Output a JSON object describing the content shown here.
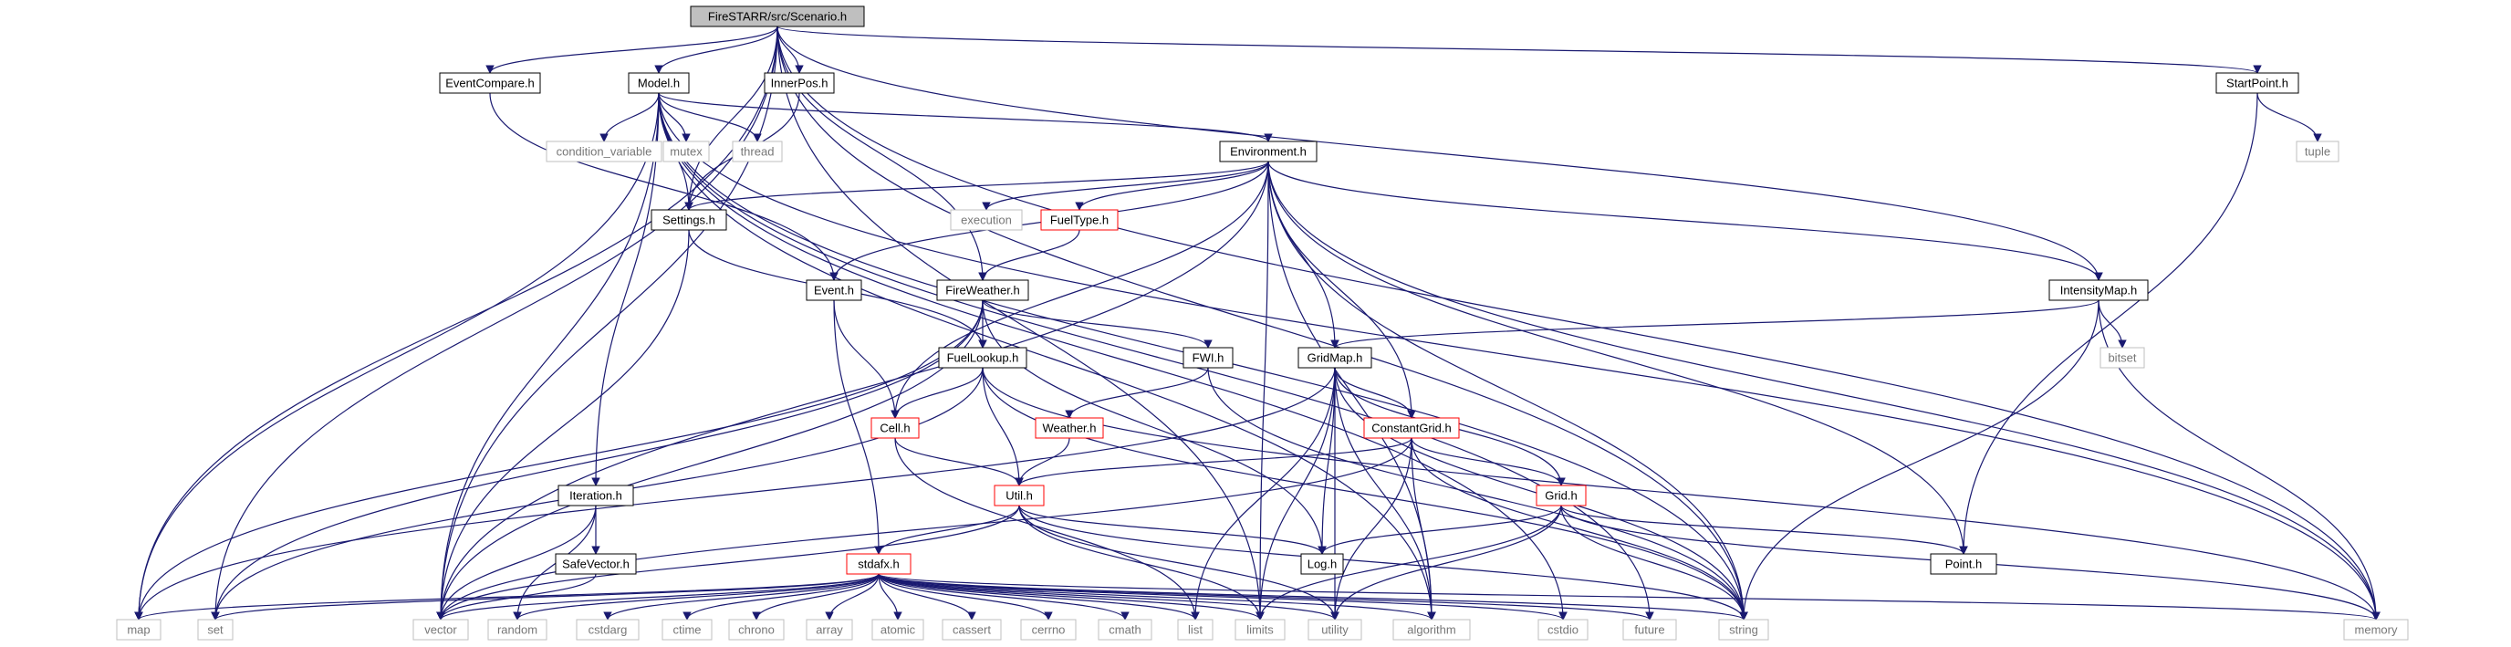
{
  "colors": {
    "edge": "#191970",
    "root_fill": "#bfbfbf",
    "local_border": "#000000",
    "red_border": "#ff0000",
    "system_border": "#bfbfbf",
    "system_text": "#777777"
  },
  "nodes": [
    {
      "id": "root",
      "label": "FireSTARR/src/Scenario.h",
      "kind": "root"
    },
    {
      "id": "eventcompare",
      "label": "EventCompare.h",
      "kind": "local"
    },
    {
      "id": "model",
      "label": "Model.h",
      "kind": "local"
    },
    {
      "id": "innerpos",
      "label": "InnerPos.h",
      "kind": "local"
    },
    {
      "id": "startpoint",
      "label": "StartPoint.h",
      "kind": "local"
    },
    {
      "id": "environment",
      "label": "Environment.h",
      "kind": "local"
    },
    {
      "id": "condvar",
      "label": "condition_variable",
      "kind": "system"
    },
    {
      "id": "mutex",
      "label": "mutex",
      "kind": "system"
    },
    {
      "id": "thread",
      "label": "thread",
      "kind": "system"
    },
    {
      "id": "tuple",
      "label": "tuple",
      "kind": "system"
    },
    {
      "id": "settings",
      "label": "Settings.h",
      "kind": "local"
    },
    {
      "id": "execution",
      "label": "execution",
      "kind": "system"
    },
    {
      "id": "fueltype",
      "label": "FuelType.h",
      "kind": "red"
    },
    {
      "id": "event",
      "label": "Event.h",
      "kind": "local"
    },
    {
      "id": "fireweather",
      "label": "FireWeather.h",
      "kind": "local"
    },
    {
      "id": "intensitymap",
      "label": "IntensityMap.h",
      "kind": "local"
    },
    {
      "id": "fuellookup",
      "label": "FuelLookup.h",
      "kind": "local"
    },
    {
      "id": "fwi",
      "label": "FWI.h",
      "kind": "local"
    },
    {
      "id": "gridmap",
      "label": "GridMap.h",
      "kind": "local"
    },
    {
      "id": "bitset",
      "label": "bitset",
      "kind": "system"
    },
    {
      "id": "cell",
      "label": "Cell.h",
      "kind": "red"
    },
    {
      "id": "weather",
      "label": "Weather.h",
      "kind": "red"
    },
    {
      "id": "constantgrid",
      "label": "ConstantGrid.h",
      "kind": "red"
    },
    {
      "id": "iteration",
      "label": "Iteration.h",
      "kind": "local"
    },
    {
      "id": "util",
      "label": "Util.h",
      "kind": "red"
    },
    {
      "id": "grid",
      "label": "Grid.h",
      "kind": "red"
    },
    {
      "id": "safevector",
      "label": "SafeVector.h",
      "kind": "local"
    },
    {
      "id": "log",
      "label": "Log.h",
      "kind": "local"
    },
    {
      "id": "point",
      "label": "Point.h",
      "kind": "local"
    },
    {
      "id": "stdafx",
      "label": "stdafx.h",
      "kind": "red"
    },
    {
      "id": "map",
      "label": "map",
      "kind": "system"
    },
    {
      "id": "set",
      "label": "set",
      "kind": "system"
    },
    {
      "id": "vector",
      "label": "vector",
      "kind": "system"
    },
    {
      "id": "random",
      "label": "random",
      "kind": "system"
    },
    {
      "id": "cstdarg",
      "label": "cstdarg",
      "kind": "system"
    },
    {
      "id": "ctime",
      "label": "ctime",
      "kind": "system"
    },
    {
      "id": "chrono",
      "label": "chrono",
      "kind": "system"
    },
    {
      "id": "array",
      "label": "array",
      "kind": "system"
    },
    {
      "id": "atomic",
      "label": "atomic",
      "kind": "system"
    },
    {
      "id": "cassert",
      "label": "cassert",
      "kind": "system"
    },
    {
      "id": "cerrno",
      "label": "cerrno",
      "kind": "system"
    },
    {
      "id": "cmath",
      "label": "cmath",
      "kind": "system"
    },
    {
      "id": "list",
      "label": "list",
      "kind": "system"
    },
    {
      "id": "limits",
      "label": "limits",
      "kind": "system"
    },
    {
      "id": "utility",
      "label": "utility",
      "kind": "system"
    },
    {
      "id": "algorithm",
      "label": "algorithm",
      "kind": "system"
    },
    {
      "id": "cstdio",
      "label": "cstdio",
      "kind": "system"
    },
    {
      "id": "future",
      "label": "future",
      "kind": "system"
    },
    {
      "id": "string",
      "label": "string",
      "kind": "system"
    },
    {
      "id": "memory",
      "label": "memory",
      "kind": "system"
    }
  ],
  "edges": [
    [
      "root",
      "eventcompare"
    ],
    [
      "root",
      "model"
    ],
    [
      "root",
      "innerpos"
    ],
    [
      "root",
      "startpoint"
    ],
    [
      "root",
      "settings"
    ],
    [
      "root",
      "fireweather"
    ],
    [
      "root",
      "intensitymap"
    ],
    [
      "root",
      "map"
    ],
    [
      "root",
      "set"
    ],
    [
      "root",
      "vector"
    ],
    [
      "root",
      "limits"
    ],
    [
      "root",
      "string"
    ],
    [
      "root",
      "memory"
    ],
    [
      "eventcompare",
      "event"
    ],
    [
      "model",
      "condvar"
    ],
    [
      "model",
      "mutex"
    ],
    [
      "model",
      "thread"
    ],
    [
      "model",
      "environment"
    ],
    [
      "model",
      "settings"
    ],
    [
      "model",
      "iteration"
    ],
    [
      "model",
      "map"
    ],
    [
      "model",
      "vector"
    ],
    [
      "model",
      "string"
    ],
    [
      "model",
      "memory"
    ],
    [
      "model",
      "future"
    ],
    [
      "model",
      "cstdio"
    ],
    [
      "model",
      "algorithm"
    ],
    [
      "innerpos",
      "settings"
    ],
    [
      "startpoint",
      "tuple"
    ],
    [
      "startpoint",
      "point"
    ],
    [
      "environment",
      "execution"
    ],
    [
      "environment",
      "fueltype"
    ],
    [
      "environment",
      "settings"
    ],
    [
      "environment",
      "event"
    ],
    [
      "environment",
      "cell"
    ],
    [
      "environment",
      "gridmap"
    ],
    [
      "environment",
      "constantgrid"
    ],
    [
      "environment",
      "intensitymap"
    ],
    [
      "environment",
      "point"
    ],
    [
      "environment",
      "vector"
    ],
    [
      "environment",
      "limits"
    ],
    [
      "environment",
      "algorithm"
    ],
    [
      "environment",
      "string"
    ],
    [
      "environment",
      "memory"
    ],
    [
      "settings",
      "fuellookup"
    ],
    [
      "settings",
      "vector"
    ],
    [
      "fueltype",
      "fireweather"
    ],
    [
      "event",
      "cell"
    ],
    [
      "event",
      "stdafx"
    ],
    [
      "fireweather",
      "fuellookup"
    ],
    [
      "fireweather",
      "fwi"
    ],
    [
      "fireweather",
      "log"
    ],
    [
      "fireweather",
      "map"
    ],
    [
      "fireweather",
      "set"
    ],
    [
      "fireweather",
      "vector"
    ],
    [
      "intensitymap",
      "gridmap"
    ],
    [
      "intensitymap",
      "bitset"
    ],
    [
      "intensitymap",
      "memory"
    ],
    [
      "intensitymap",
      "string"
    ],
    [
      "fuellookup",
      "cell"
    ],
    [
      "fuellookup",
      "util"
    ],
    [
      "fuellookup",
      "set"
    ],
    [
      "fuellookup",
      "string"
    ],
    [
      "fuellookup",
      "memory"
    ],
    [
      "fwi",
      "weather"
    ],
    [
      "fwi",
      "string"
    ],
    [
      "gridmap",
      "constantgrid"
    ],
    [
      "gridmap",
      "grid"
    ],
    [
      "gridmap",
      "map"
    ],
    [
      "gridmap",
      "list"
    ],
    [
      "gridmap",
      "limits"
    ],
    [
      "gridmap",
      "utility"
    ],
    [
      "gridmap",
      "algorithm"
    ],
    [
      "gridmap",
      "string"
    ],
    [
      "gridmap",
      "log"
    ],
    [
      "cell",
      "util"
    ],
    [
      "cell",
      "list"
    ],
    [
      "weather",
      "util"
    ],
    [
      "constantgrid",
      "util"
    ],
    [
      "constantgrid",
      "grid"
    ],
    [
      "constantgrid",
      "vector"
    ],
    [
      "constantgrid",
      "utility"
    ],
    [
      "constantgrid",
      "algorithm"
    ],
    [
      "constantgrid",
      "string"
    ],
    [
      "iteration",
      "safevector"
    ],
    [
      "iteration",
      "vector"
    ],
    [
      "iteration",
      "random"
    ],
    [
      "util",
      "stdafx"
    ],
    [
      "util",
      "log"
    ],
    [
      "util",
      "vector"
    ],
    [
      "util",
      "limits"
    ],
    [
      "util",
      "utility"
    ],
    [
      "util",
      "string"
    ],
    [
      "grid",
      "log"
    ],
    [
      "grid",
      "point"
    ],
    [
      "grid",
      "limits"
    ],
    [
      "grid",
      "utility"
    ],
    [
      "grid",
      "string"
    ],
    [
      "grid",
      "memory"
    ],
    [
      "safevector",
      "vector"
    ],
    [
      "stdafx",
      "map"
    ],
    [
      "stdafx",
      "set"
    ],
    [
      "stdafx",
      "vector"
    ],
    [
      "stdafx",
      "random"
    ],
    [
      "stdafx",
      "cstdarg"
    ],
    [
      "stdafx",
      "ctime"
    ],
    [
      "stdafx",
      "chrono"
    ],
    [
      "stdafx",
      "array"
    ],
    [
      "stdafx",
      "atomic"
    ],
    [
      "stdafx",
      "cassert"
    ],
    [
      "stdafx",
      "cerrno"
    ],
    [
      "stdafx",
      "cmath"
    ],
    [
      "stdafx",
      "list"
    ],
    [
      "stdafx",
      "limits"
    ],
    [
      "stdafx",
      "utility"
    ],
    [
      "stdafx",
      "algorithm"
    ],
    [
      "stdafx",
      "cstdio"
    ],
    [
      "stdafx",
      "future"
    ],
    [
      "stdafx",
      "string"
    ],
    [
      "stdafx",
      "memory"
    ]
  ]
}
